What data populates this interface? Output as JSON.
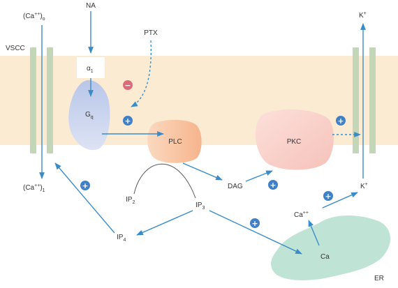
{
  "labels": {
    "na": "NA",
    "ptx": "PTX",
    "ca_out": "(Ca",
    "ca_out_sup": "++",
    "ca_out_close": ")",
    "ca_out_sub": "o",
    "vscc": "VSCC",
    "ca_in": "(Ca",
    "ca_in_sup": "++",
    "ca_in_close": ")",
    "ca_in_sub": "1",
    "alpha": "α",
    "alpha_sub": "1",
    "gq": "G",
    "gq_sub": "q",
    "plc": "PLC",
    "pkc": "PKC",
    "dag": "DAG",
    "ip2": "IP",
    "ip2_sub": "2",
    "ip3": "IP",
    "ip3_sub": "3",
    "ip4": "IP",
    "ip4_sub": "4",
    "ca_er": "Ca",
    "ca_released": "Ca",
    "ca_released_sup": "++",
    "k_top": "K",
    "k_top_sup": "+",
    "k_mid": "K",
    "k_mid_sup": "+",
    "er": "ER"
  },
  "signs": {
    "plus": "+",
    "minus": "−"
  },
  "colors": {
    "membrane": "#fcebd3",
    "channel": "#c4d6b8",
    "arrow": "#3a8cc8",
    "plus_circle": "#3f80c6",
    "minus_circle": "#dc6b79",
    "gq_fill": "#cfd8ee",
    "plc_fill": "#f9c9a8",
    "pkc_fill": "#f8cfc8",
    "er_fill": "#bfe3d4"
  }
}
